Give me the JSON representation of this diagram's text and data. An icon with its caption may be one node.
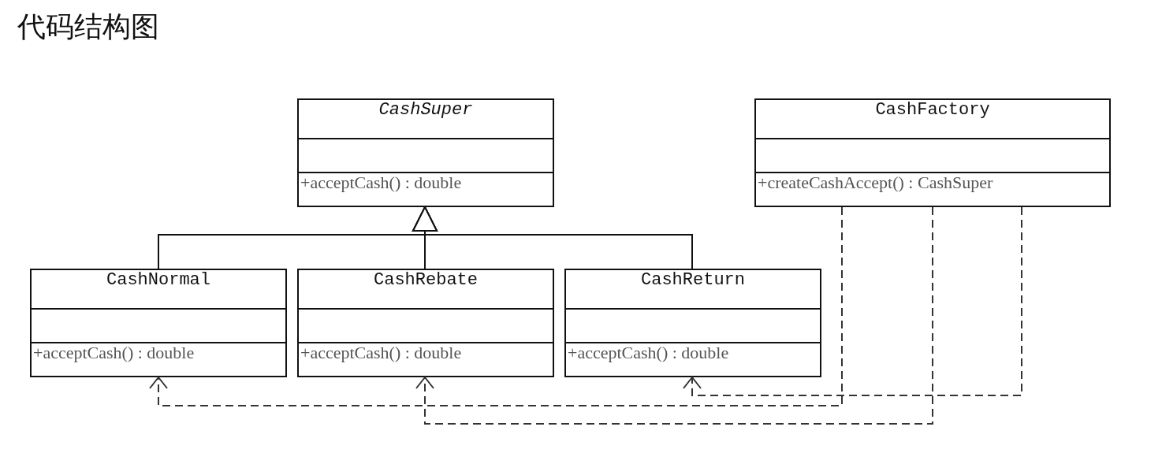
{
  "diagram": {
    "title": "代码结构图",
    "nodes": [
      {
        "text": [
          "CashSuper",
          "+acceptCash() : double"
        ]
      },
      {
        "text": [
          "CashFactory",
          "+createCashAccept() : CashSuper"
        ]
      },
      {
        "text": [
          "CashNormal",
          "+acceptCash() : double"
        ]
      },
      {
        "text": [
          "CashRebate",
          "+acceptCash() : double"
        ]
      },
      {
        "text": [
          "CashReturn",
          "+acceptCash() : double"
        ]
      }
    ],
    "edges": [
      {
        "from": 2,
        "to": 0,
        "arrow": "to"
      },
      {
        "from": 3,
        "to": 0,
        "arrow": "to"
      },
      {
        "from": 4,
        "to": 0,
        "arrow": "to"
      },
      {
        "from": 1,
        "to": 2,
        "arrow": "to",
        "style": "dashed"
      },
      {
        "from": 1,
        "to": 3,
        "arrow": "to",
        "style": "dashed"
      },
      {
        "from": 1,
        "to": 4,
        "arrow": "to",
        "style": "dashed"
      }
    ]
  }
}
